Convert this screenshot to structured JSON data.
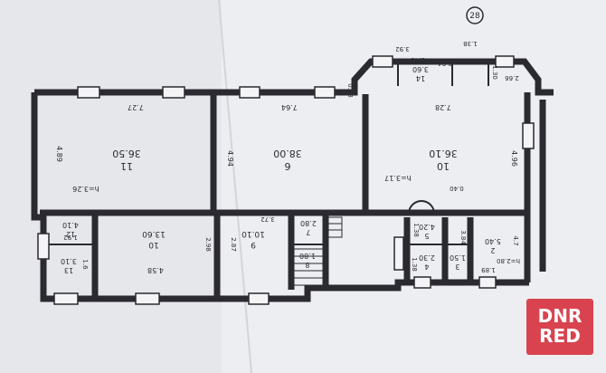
{
  "plan": {
    "marker": "28",
    "rooms": [
      {
        "id": "r11",
        "number": "11",
        "area": "36.50"
      },
      {
        "id": "r6",
        "number": "6",
        "area": "38.00"
      },
      {
        "id": "r10a",
        "number": "10",
        "area": "36.10"
      },
      {
        "id": "r10b",
        "number": "10",
        "area": "13.60"
      },
      {
        "id": "r12",
        "number": "12",
        "area": "4.10"
      },
      {
        "id": "r13",
        "number": "13",
        "area": "3.10"
      },
      {
        "id": "r9",
        "number": "9",
        "area": "10.10"
      },
      {
        "id": "r7",
        "number": "7",
        "area": "2.80"
      },
      {
        "id": "r8",
        "number": "8",
        "area": "1.80"
      },
      {
        "id": "r14",
        "number": "14",
        "area": "3.60"
      },
      {
        "id": "r4",
        "number": "4",
        "area": "2.30"
      },
      {
        "id": "r3",
        "number": "3",
        "area": "1.50"
      },
      {
        "id": "r2",
        "number": "2",
        "area": "5.40"
      },
      {
        "id": "r5",
        "number": "5",
        "area": "4.20"
      }
    ],
    "dimensions": [
      "7.27",
      "7.64",
      "7.28",
      "4.89",
      "4.94",
      "4.96",
      "h=3.26",
      "h=3.17",
      "3.92",
      "3.40",
      "1.38",
      "2.66",
      "0.94",
      "0.63",
      "1.30",
      "0.40",
      "4.58",
      "2.98",
      "2.87",
      "3.72",
      "1.89",
      "h=2.80",
      "4.7",
      "1.6",
      "1.92",
      "1.38",
      "3.84",
      "1.38"
    ]
  },
  "watermark": {
    "line1": "DNR",
    "line2": "RED"
  }
}
